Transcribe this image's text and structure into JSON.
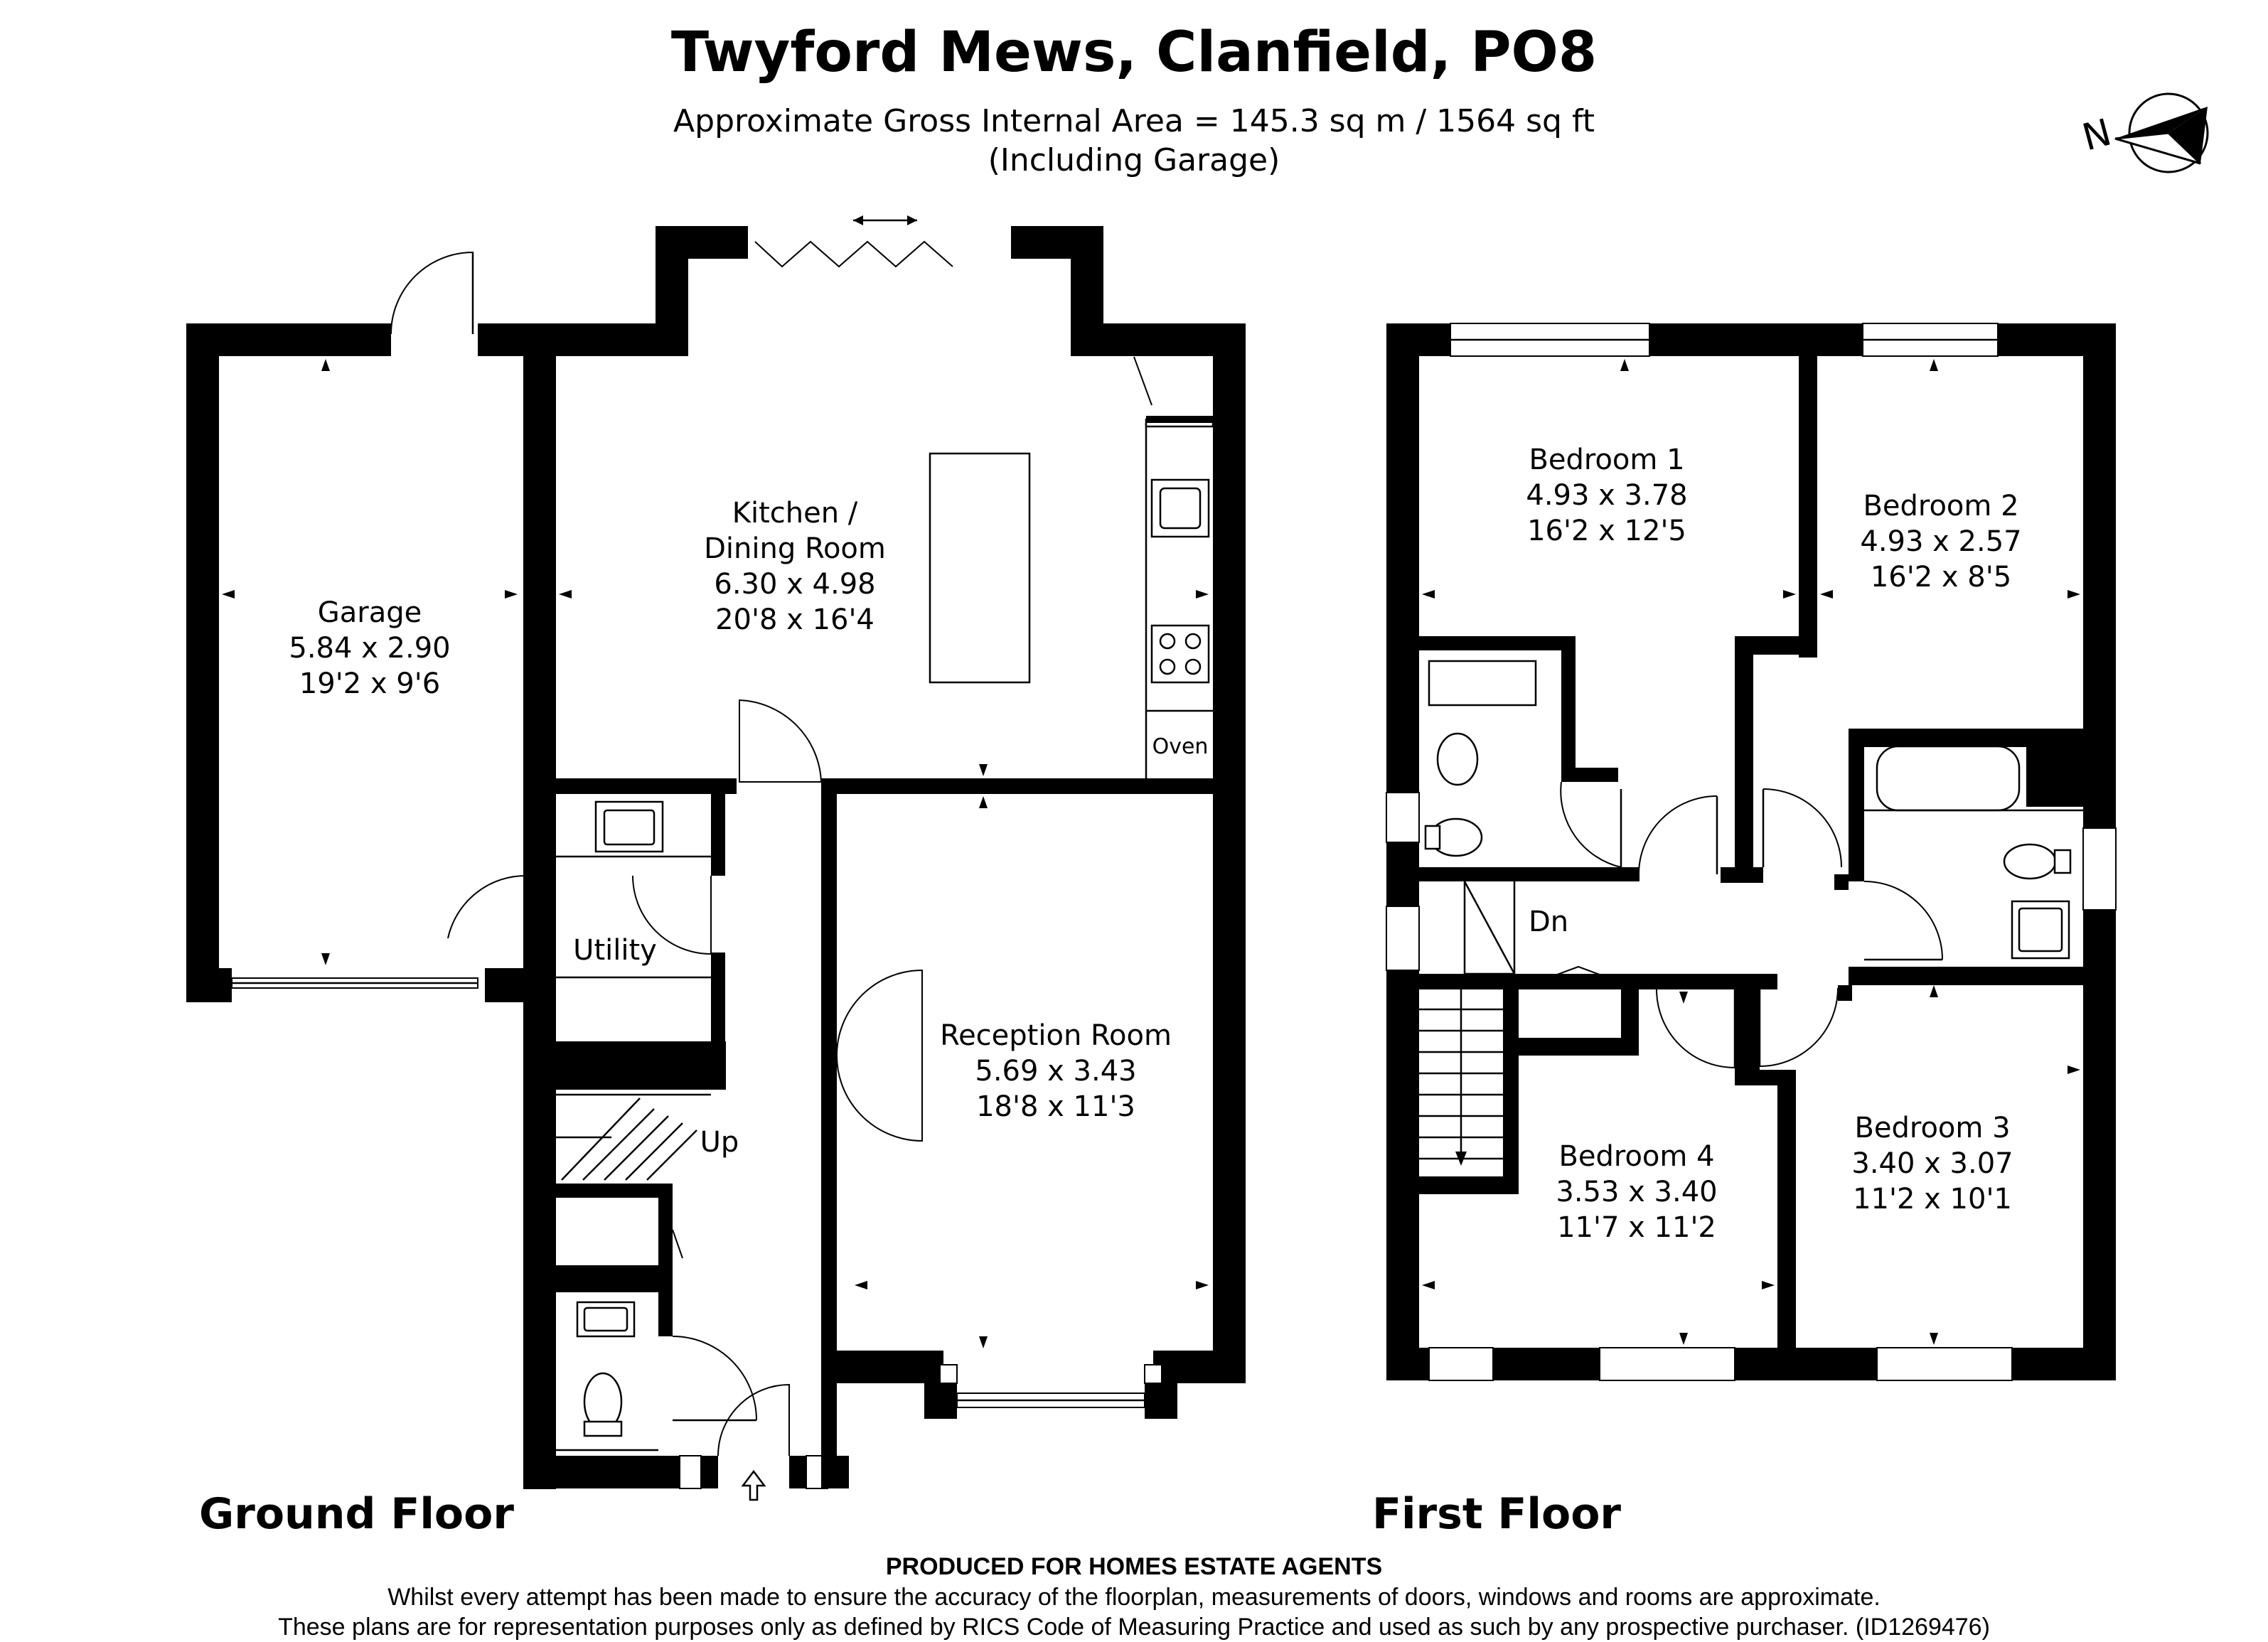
{
  "header": {
    "title": "Twyford Mews, Clanfield, PO8",
    "area": "Approximate Gross Internal Area = 145.3 sq m / 1564 sq ft",
    "note": "(Including Garage)"
  },
  "compass": {
    "letter": "N"
  },
  "floors": {
    "ground": "Ground Floor",
    "first": "First Floor"
  },
  "rooms": {
    "garage": {
      "name": "Garage",
      "metric": "5.84 x 2.90",
      "imperial": "19'2 x 9'6"
    },
    "kitchen": {
      "name1": "Kitchen /",
      "name2": "Dining Room",
      "metric": "6.30 x 4.98",
      "imperial": "20'8 x 16'4"
    },
    "oven": {
      "name": "Oven"
    },
    "utility": {
      "name": "Utility"
    },
    "up": {
      "name": "Up"
    },
    "reception": {
      "name": "Reception Room",
      "metric": "5.69 x 3.43",
      "imperial": "18'8 x 11'3"
    },
    "bedroom1": {
      "name": "Bedroom 1",
      "metric": "4.93 x 3.78",
      "imperial": "16'2 x 12'5"
    },
    "bedroom2": {
      "name": "Bedroom 2",
      "metric": "4.93 x 2.57",
      "imperial": "16'2 x 8'5"
    },
    "bedroom3": {
      "name": "Bedroom 3",
      "metric": "3.40 x 3.07",
      "imperial": "11'2 x 10'1"
    },
    "bedroom4": {
      "name": "Bedroom 4",
      "metric": "3.53 x 3.40",
      "imperial": "11'7 x 11'2"
    },
    "dn": {
      "name": "Dn"
    }
  },
  "disclaimer": {
    "heading": "PRODUCED FOR HOMES ESTATE AGENTS",
    "line1": "Whilst every attempt has been made to ensure the accuracy of the floorplan, measurements of doors, windows and rooms are approximate.",
    "line2": "These plans are for representation purposes only as defined by RICS Code of Measuring Practice and used as such by any prospective purchaser. (ID1269476)"
  }
}
